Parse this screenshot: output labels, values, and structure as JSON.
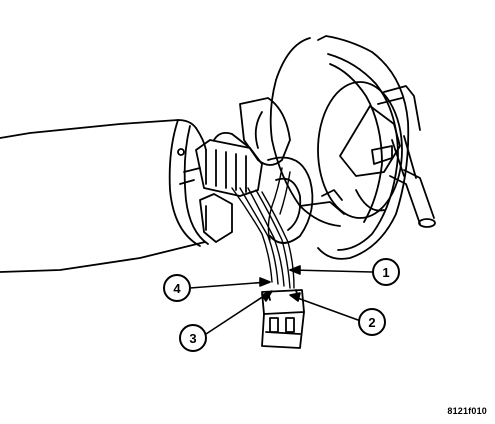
{
  "figure": {
    "id_code": "8121f010"
  },
  "callouts": [
    {
      "number": "1"
    },
    {
      "number": "2"
    },
    {
      "number": "3"
    },
    {
      "number": "4"
    }
  ]
}
